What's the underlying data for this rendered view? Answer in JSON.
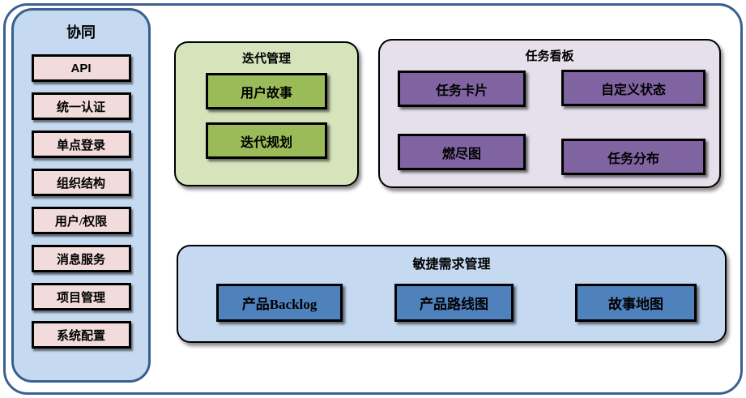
{
  "sidebar": {
    "title": "协同",
    "items": [
      "API",
      "统一认证",
      "单点登录",
      "组织结构",
      "用户/权限",
      "消息服务",
      "项目管理",
      "系统配置"
    ]
  },
  "panels": {
    "iteration": {
      "title": "迭代管理",
      "items": [
        "用户故事",
        "迭代规划"
      ]
    },
    "taskboard": {
      "title": "任务看板",
      "items": [
        "任务卡片",
        "自定义状态",
        "燃尽图",
        "任务分布"
      ]
    },
    "agile": {
      "title": "敏捷需求管理",
      "items": [
        "产品Backlog",
        "产品路线图",
        "故事地图"
      ]
    }
  },
  "colors": {
    "frame_border": "#3A6191",
    "sidebar_fill": "#C5D9F1",
    "sidebar_border": "#365F91",
    "sidebar_item_fill": "#F2DCDB",
    "iteration_fill": "#D6E4BC",
    "iteration_item_fill": "#9BBB59",
    "taskboard_fill": "#E6E0EC",
    "taskboard_item_fill": "#8064A2",
    "agile_fill": "#C5D9F1",
    "agile_item_fill": "#4F81BD",
    "item_border": "#000000"
  }
}
